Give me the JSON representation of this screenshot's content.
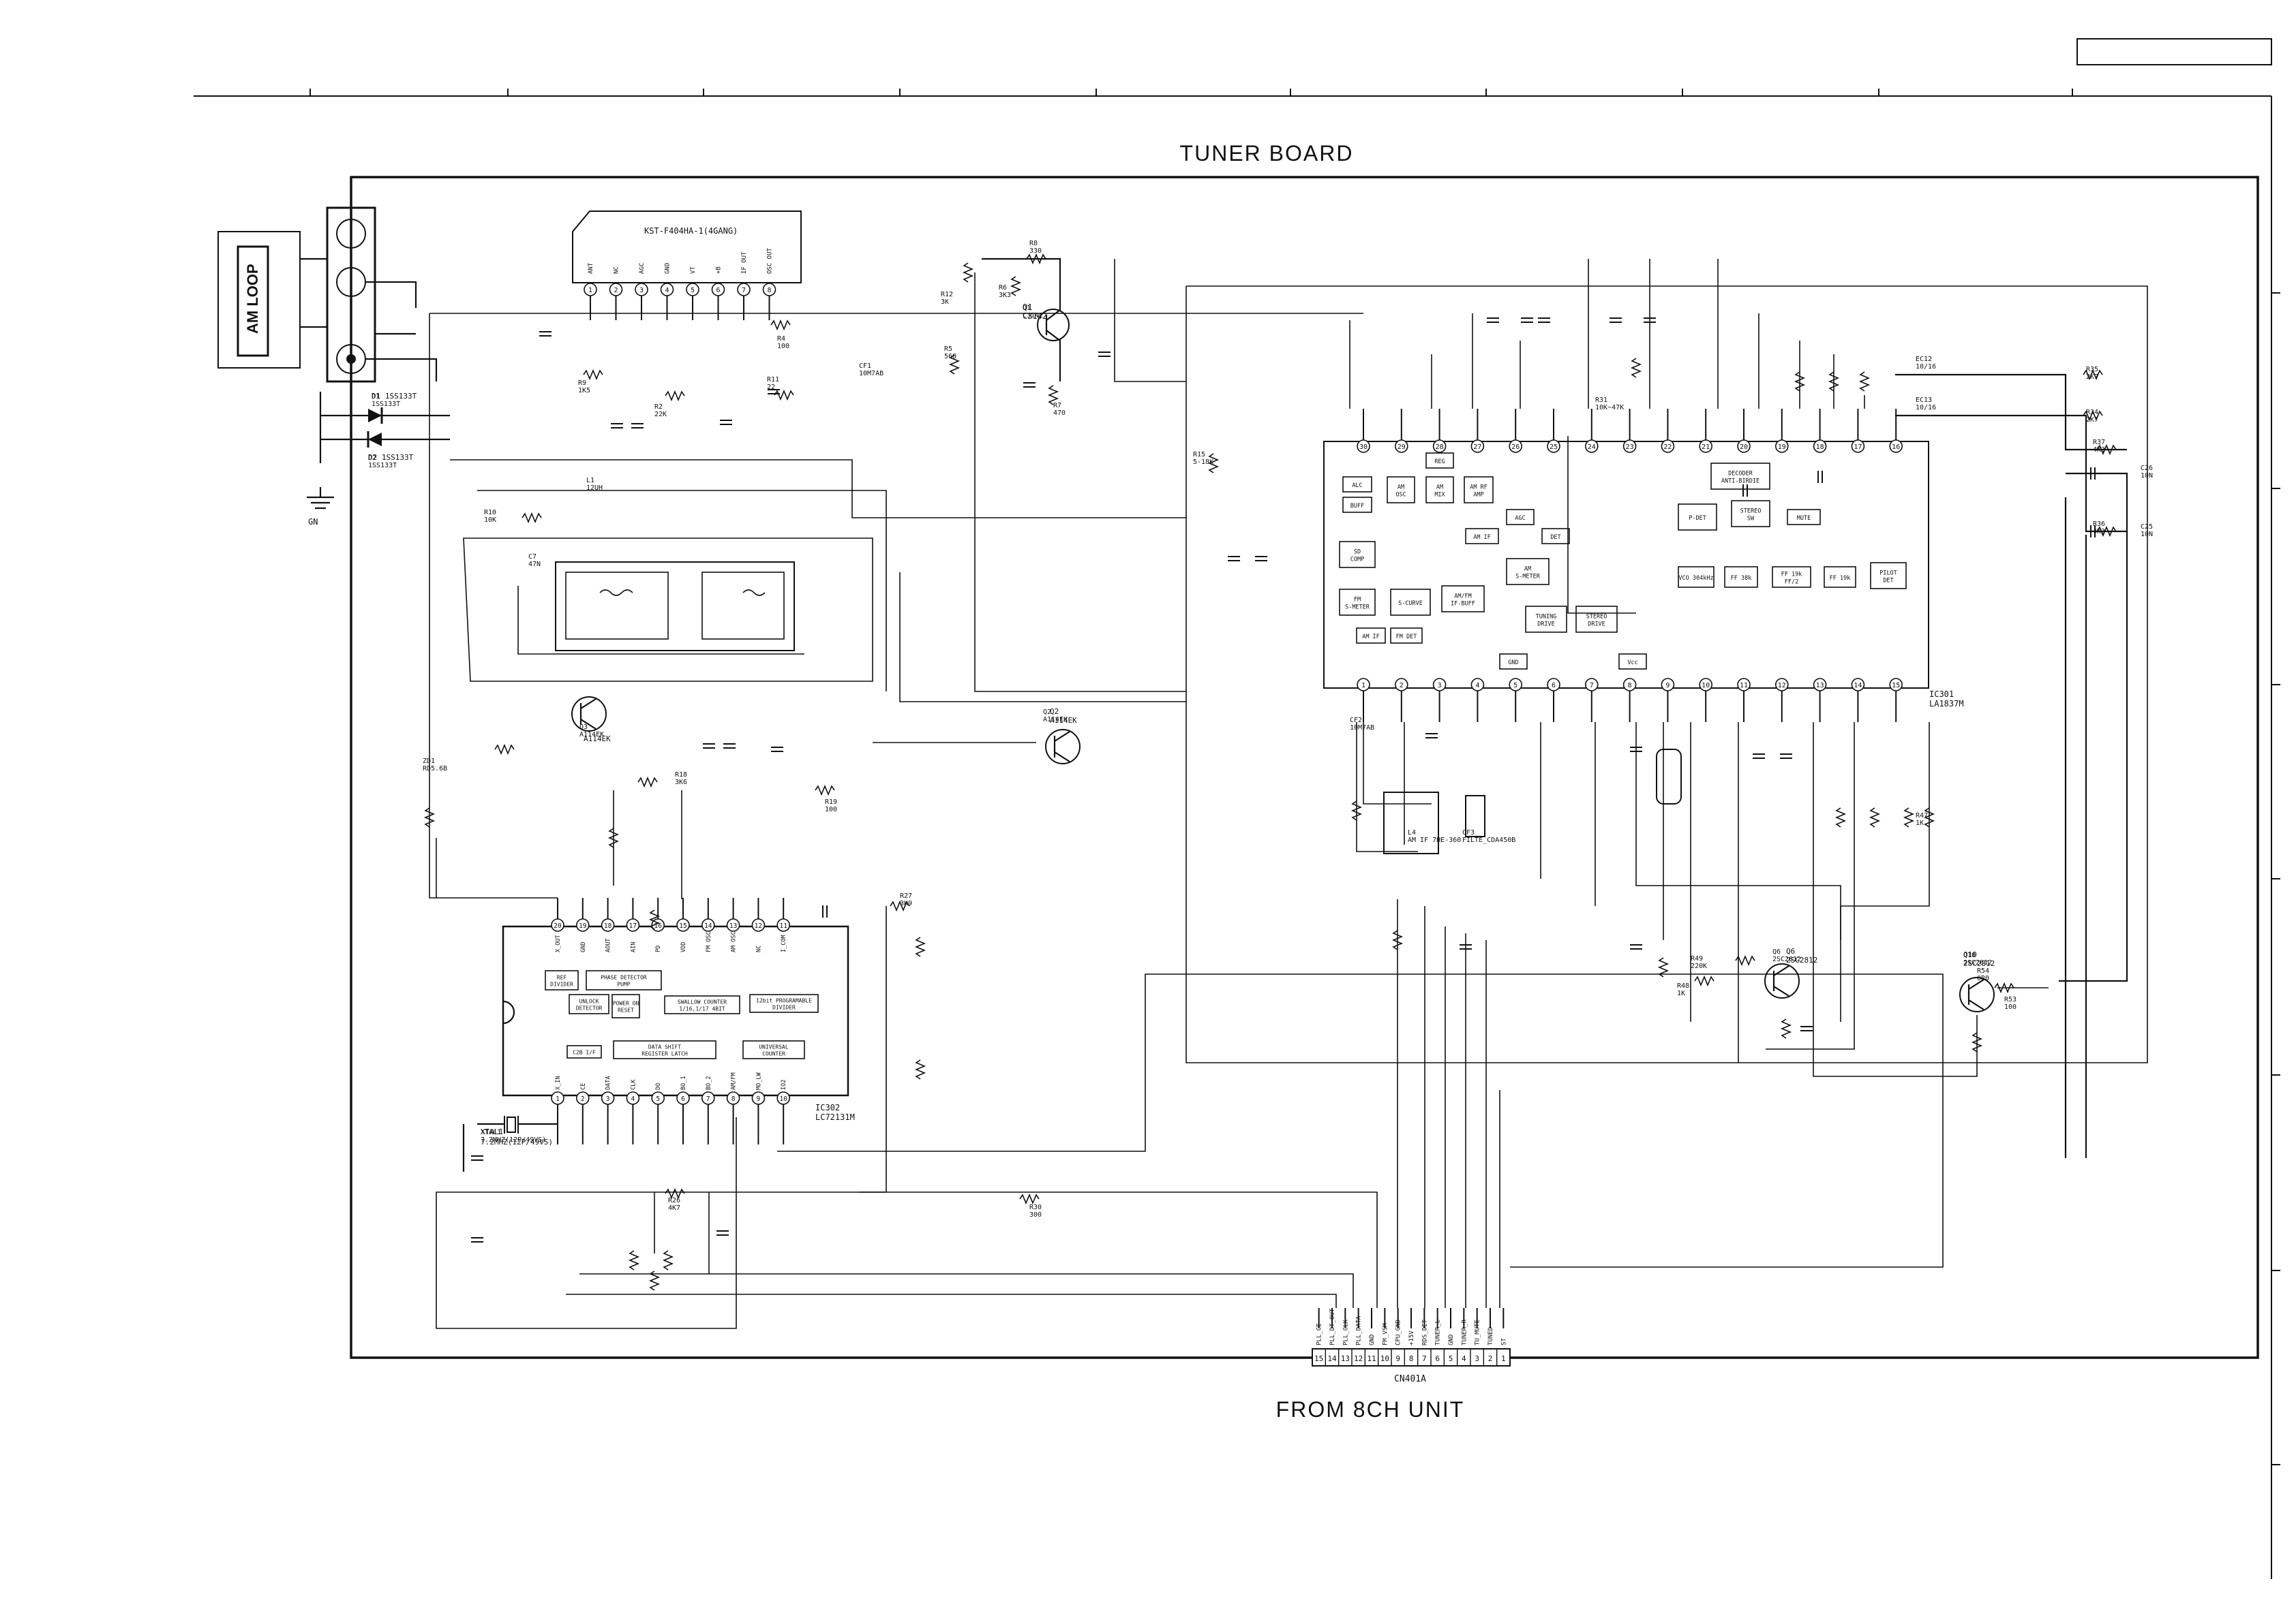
{
  "title": "TUNER BOARD",
  "footer": "FROM 8CH UNIT",
  "am_loop": "AM LOOP",
  "connector": {
    "name": "CN401A",
    "pins": [
      {
        "n": "15",
        "sig": "PLL_CE"
      },
      {
        "n": "14",
        "sig": "PLL_DT_OUT"
      },
      {
        "n": "13",
        "sig": "PLL_CLK"
      },
      {
        "n": "12",
        "sig": "PLL_DATA"
      },
      {
        "n": "11",
        "sig": "GND"
      },
      {
        "n": "10",
        "sig": "FM_VSM"
      },
      {
        "n": "9",
        "sig": "CPU_GND"
      },
      {
        "n": "8",
        "sig": "+15V"
      },
      {
        "n": "7",
        "sig": "RDS_DET"
      },
      {
        "n": "6",
        "sig": "TUNER_L"
      },
      {
        "n": "5",
        "sig": "GND"
      },
      {
        "n": "4",
        "sig": "TUNER_R"
      },
      {
        "n": "3",
        "sig": "TU_MUTE"
      },
      {
        "n": "2",
        "sig": "TUNED"
      },
      {
        "n": "1",
        "sig": "ST"
      }
    ]
  },
  "frontend": {
    "part": "KST-F404HA-1(4GANG)",
    "pins": [
      {
        "n": "1",
        "sig": "ANT"
      },
      {
        "n": "2",
        "sig": "NC"
      },
      {
        "n": "3",
        "sig": "AGC"
      },
      {
        "n": "4",
        "sig": "GND"
      },
      {
        "n": "5",
        "sig": "VT"
      },
      {
        "n": "6",
        "sig": "+B"
      },
      {
        "n": "7",
        "sig": "IF OUT"
      },
      {
        "n": "8",
        "sig": "OSC OUT"
      }
    ]
  },
  "ic301": {
    "ref": "IC301",
    "part": "LA1837M",
    "top_pins": [
      "30",
      "29",
      "28",
      "27",
      "26",
      "25",
      "24",
      "23",
      "22",
      "21",
      "20",
      "19",
      "18",
      "17",
      "16"
    ],
    "bottom_pins": [
      "1",
      "2",
      "3",
      "4",
      "5",
      "6",
      "7",
      "8",
      "9",
      "10",
      "11",
      "12",
      "13",
      "14",
      "15"
    ],
    "blocks": [
      "ALC",
      "AM OSC",
      "AM MIX",
      "AM RF AMP",
      "REG",
      "BUFF",
      "AGC",
      "DET",
      "AM IF",
      "AM S-METER",
      "SD COMP",
      "FM S-METER",
      "S-CURVE",
      "AM/FM IF-BUFF",
      "TUNING DRIVE",
      "STEREO DRIVE",
      "AM IF",
      "FM DET",
      "GND",
      "Vcc",
      "DECODER ANTI-BIRDIE",
      "P-DET",
      "STEREO SW",
      "MUTE",
      "VCO 304kHz",
      "FF 38k",
      "FF 19k FF/2",
      "FF 19k",
      "PILOT DET"
    ]
  },
  "ic302": {
    "ref": "IC302",
    "part": "LC72131M",
    "top_pins": [
      {
        "n": "20",
        "sig": "X_OUT"
      },
      {
        "n": "19",
        "sig": "GND"
      },
      {
        "n": "18",
        "sig": "AOUT"
      },
      {
        "n": "17",
        "sig": "AIN"
      },
      {
        "n": "16",
        "sig": "PD"
      },
      {
        "n": "15",
        "sig": "VDD"
      },
      {
        "n": "14",
        "sig": "FM OSC"
      },
      {
        "n": "13",
        "sig": "AM OSC"
      },
      {
        "n": "12",
        "sig": "NC"
      },
      {
        "n": "11",
        "sig": "I_COM"
      }
    ],
    "bottom_pins": [
      {
        "n": "1",
        "sig": "X_IN"
      },
      {
        "n": "2",
        "sig": "CE"
      },
      {
        "n": "3",
        "sig": "DATA"
      },
      {
        "n": "4",
        "sig": "CLK"
      },
      {
        "n": "5",
        "sig": "DO"
      },
      {
        "n": "6",
        "sig": "BO_1"
      },
      {
        "n": "7",
        "sig": "BO_2"
      },
      {
        "n": "8",
        "sig": "AM/FM"
      },
      {
        "n": "9",
        "sig": "MO_LW"
      },
      {
        "n": "10",
        "sig": "IO2"
      }
    ],
    "blocks": [
      "REF DIVIDER",
      "PHASE DETECTOR PUMP",
      "UNLOCK DETECTOR",
      "POWER ON RESET",
      "SWALLOW COUNTER 1/16,1/17 4BIT",
      "12bit PROGRAMABLE DIVIDER",
      "C2B I/F",
      "DATA SHIFT REGISTER LATCH",
      "UNIVERSAL COUNTER"
    ]
  },
  "components": [
    {
      "ref": "D1",
      "val": "1SS133T"
    },
    {
      "ref": "D2",
      "val": "1SS133T"
    },
    {
      "ref": "R9",
      "val": "1K5"
    },
    {
      "ref": "R2",
      "val": "22K"
    },
    {
      "ref": "R4",
      "val": "100"
    },
    {
      "ref": "R8",
      "val": "330"
    },
    {
      "ref": "Q1",
      "val": "C3142"
    },
    {
      "ref": "R12",
      "val": "3K"
    },
    {
      "ref": "R6",
      "val": "3K3"
    },
    {
      "ref": "R5",
      "val": "560"
    },
    {
      "ref": "R7",
      "val": "470"
    },
    {
      "ref": "R11",
      "val": "22"
    },
    {
      "ref": "CF1",
      "val": "10M7AB"
    },
    {
      "ref": "L1",
      "val": "12UH"
    },
    {
      "ref": "R10",
      "val": "10K"
    },
    {
      "ref": "C7",
      "val": "47N"
    },
    {
      "ref": "R15",
      "val": "5-18K"
    },
    {
      "ref": "Q3",
      "val": "A114EK"
    },
    {
      "ref": "Q2",
      "val": "A114EK"
    },
    {
      "ref": "R18",
      "val": "3K6"
    },
    {
      "ref": "R19",
      "val": "100"
    },
    {
      "ref": "ZD1",
      "val": "RD5.6B"
    },
    {
      "ref": "R27",
      "val": "3K9"
    },
    {
      "ref": "R26",
      "val": "4K7"
    },
    {
      "ref": "R30",
      "val": "300"
    },
    {
      "ref": "XTAL1",
      "val": "7.2MHZ(12P/49VS)"
    },
    {
      "ref": "R35",
      "val": "2K7"
    },
    {
      "ref": "R34",
      "val": "2K7"
    },
    {
      "ref": "R37",
      "val": "4K3"
    },
    {
      "ref": "R36",
      "val": "4K3"
    },
    {
      "ref": "C26",
      "val": "10N"
    },
    {
      "ref": "C25",
      "val": "10N"
    },
    {
      "ref": "EC12",
      "val": "10/16"
    },
    {
      "ref": "EC13",
      "val": "10/16"
    },
    {
      "ref": "CF2",
      "val": "10M7AB"
    },
    {
      "ref": "Q6",
      "val": "2SC2812"
    },
    {
      "ref": "R49",
      "val": "220K"
    },
    {
      "ref": "R48",
      "val": "1K"
    },
    {
      "ref": "Q10",
      "val": "2SC2812"
    },
    {
      "ref": "R54",
      "val": "0R0"
    },
    {
      "ref": "R53",
      "val": "100"
    },
    {
      "ref": "R31",
      "val": "10K~47K"
    },
    {
      "ref": "L4",
      "val": "AM IF 7HE-360"
    },
    {
      "ref": "CF3",
      "val": "FILTE_CDA450B"
    },
    {
      "ref": "R47",
      "val": "1K"
    }
  ],
  "icons": [
    "antenna-jack-icon",
    "ground-icon",
    "diode-icon",
    "transistor-icon",
    "crystal-icon",
    "resistor-icon",
    "capacitor-icon"
  ]
}
